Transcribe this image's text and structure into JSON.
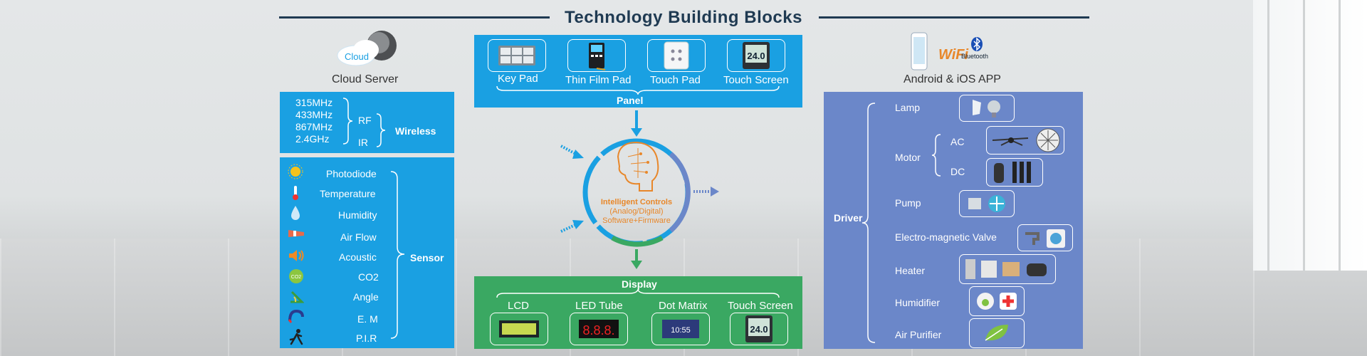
{
  "title": "Technology Building Blocks",
  "cloud": {
    "badge": "Cloud",
    "label": "Cloud Server"
  },
  "app": {
    "label": "Android & iOS APP",
    "wifi": "WiFi",
    "bluetooth": "Bluetooth"
  },
  "wireless": {
    "frequencies": [
      "315MHz",
      "433MHz",
      "867MHz",
      "2.4GHz"
    ],
    "types": [
      "RF",
      "IR"
    ],
    "label": "Wireless"
  },
  "sensor": {
    "items": [
      {
        "label": "Photodiode",
        "icon": "sun-icon"
      },
      {
        "label": "Temperature",
        "icon": "thermometer-icon"
      },
      {
        "label": "Humidity",
        "icon": "droplet-icon"
      },
      {
        "label": "Air Flow",
        "icon": "windsock-icon"
      },
      {
        "label": "Acoustic",
        "icon": "speaker-icon"
      },
      {
        "label": "CO2",
        "icon": "co2-icon"
      },
      {
        "label": "Angle",
        "icon": "angle-icon"
      },
      {
        "label": "E. M",
        "icon": "magnet-icon"
      },
      {
        "label": "P.I.R",
        "icon": "running-man-icon"
      }
    ],
    "label": "Sensor"
  },
  "panel": {
    "items": [
      {
        "label": "Key Pad",
        "icon": "keypad-icon"
      },
      {
        "label": "Thin Film Pad",
        "icon": "thin-film-pad-icon"
      },
      {
        "label": "Touch Pad",
        "icon": "touch-pad-icon"
      },
      {
        "label": "Touch Screen",
        "icon": "touch-screen-icon"
      }
    ],
    "label": "Panel"
  },
  "core": {
    "line1": "Intelligent Controls",
    "line2": "(Analog/Digital)",
    "line3": "Software+Firmware"
  },
  "display": {
    "label": "Display",
    "items": [
      {
        "label": "LCD",
        "icon": "lcd-icon"
      },
      {
        "label": "LED Tube",
        "icon": "led-tube-icon",
        "digits": "8.8.8."
      },
      {
        "label": "Dot Matrix",
        "icon": "dot-matrix-icon",
        "digits": "10:55"
      },
      {
        "label": "Touch Screen",
        "icon": "touch-screen-icon",
        "digits": "24.0"
      }
    ]
  },
  "driver": {
    "label": "Driver",
    "items": [
      {
        "label": "Lamp"
      },
      {
        "label": "Motor",
        "sub": [
          "AC",
          "DC"
        ]
      },
      {
        "label": "Pump"
      },
      {
        "label": "Electro-magnetic Valve"
      },
      {
        "label": "Heater"
      },
      {
        "label": "Humidifier"
      },
      {
        "label": "Air Purifier"
      }
    ]
  },
  "colors": {
    "blue": "#1aa0e2",
    "green": "#3aa862",
    "purple": "#6b87c9",
    "title": "#1f3a52",
    "core_text": "#e8872a"
  }
}
